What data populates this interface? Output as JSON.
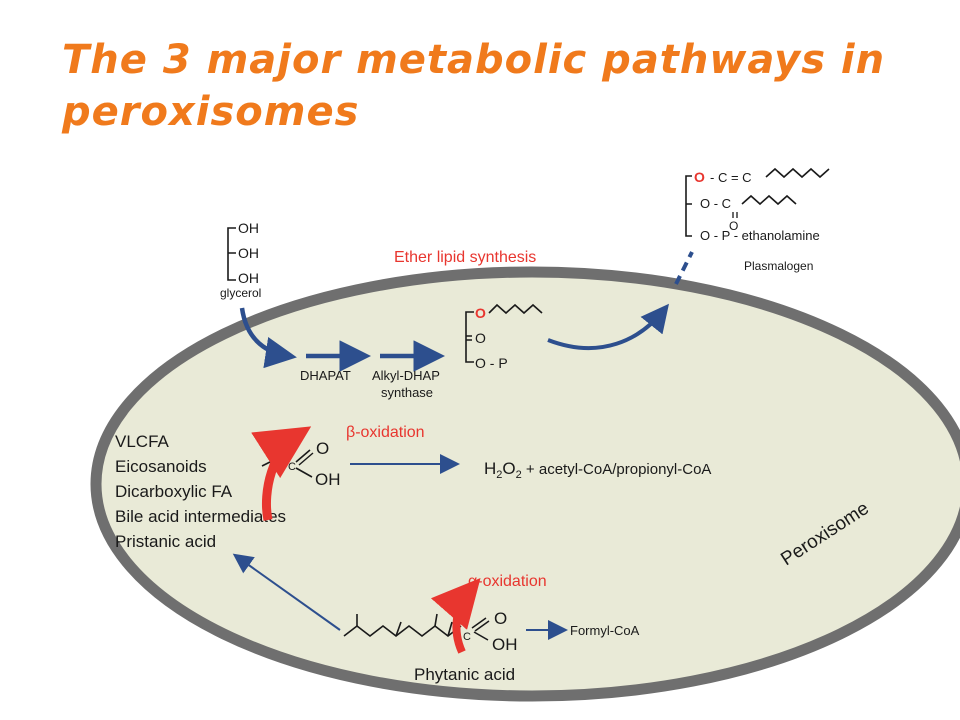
{
  "title": "The 3 major metabolic pathways in peroxisomes",
  "colors": {
    "title": "#f07a1c",
    "cell_fill": "#e9ead7",
    "membrane": "#6f6f6f",
    "arrow_blue": "#2d4f8e",
    "arrow_red": "#e8362f"
  },
  "organelle": {
    "label": "Peroxisome"
  },
  "glycerol": {
    "oh1": "OH",
    "oh2": "OH",
    "oh3": "OH",
    "label": "glycerol"
  },
  "ether": {
    "title": "Ether lipid synthesis",
    "enzyme1": "DHAPAT",
    "enzyme2_line1": "Alkyl-DHAP",
    "enzyme2_line2": "synthase",
    "intermediate": {
      "o_top": "O",
      "o_mid": "O",
      "op": "O - P"
    }
  },
  "plasmalogen": {
    "row1_o": "O",
    "row1_rest": "- C = C",
    "row2": "O - C",
    "row3_o": "O",
    "row4": "O - P - ethanolamine",
    "label": "Plasmalogen"
  },
  "beta": {
    "title": "β-oxidation",
    "substrates": [
      "VLCFA",
      "Eicosanoids",
      "Dicarboxylic FA",
      "Bile acid intermediates",
      "Pristanic acid"
    ],
    "acid": {
      "o": "O",
      "c": "C",
      "oh": "OH"
    },
    "product_h": "H",
    "product_o": "O",
    "product_sub": "2",
    "product_rest": " + acetyl-CoA/propionyl-CoA"
  },
  "alpha": {
    "title": "α-oxidation",
    "acid": {
      "o": "O",
      "c": "C",
      "oh": "OH"
    },
    "product": "Formyl-CoA",
    "substrate": "Phytanic acid"
  }
}
